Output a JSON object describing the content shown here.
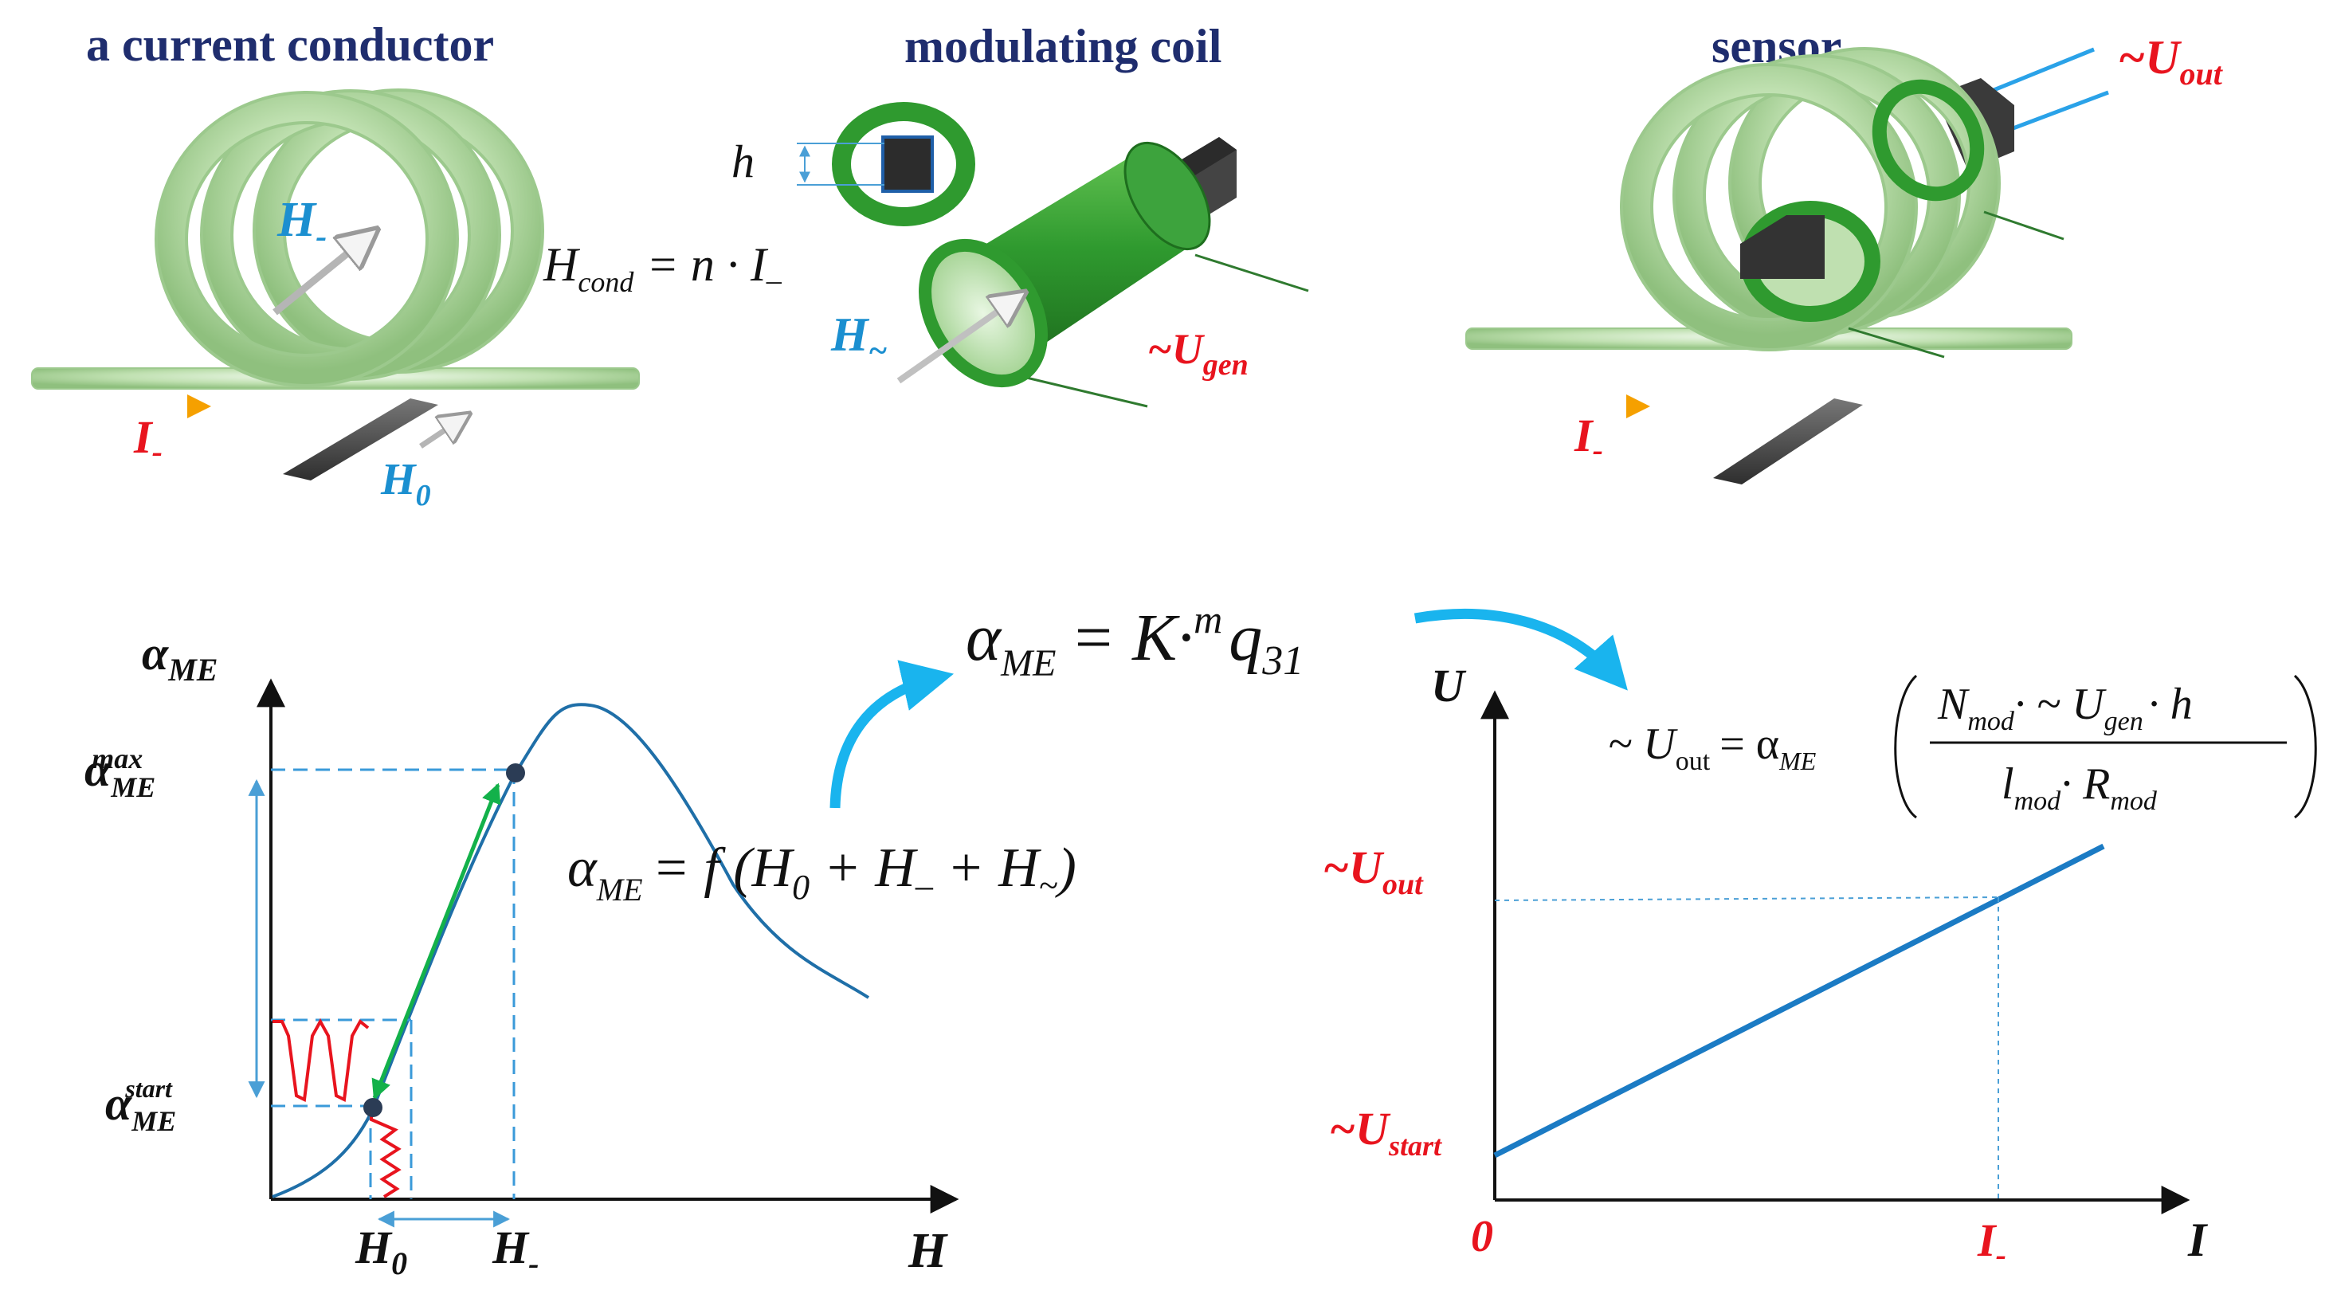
{
  "headers": {
    "conductor": "a current conductor",
    "coil": "modulating coil",
    "sensor": "sensor"
  },
  "labels": {
    "h_minus": "H",
    "h_minus_sub": "-",
    "i_minus": "I",
    "i_minus_sub": "-",
    "h0": "H",
    "h0_sub": "0",
    "h_tilde": "H",
    "h_tilde_sub": "~",
    "h_dim": "h",
    "u_gen": "~U",
    "u_gen_sub": "gen",
    "u_out": "~U",
    "u_out_sub": "out",
    "sensor_i": "I",
    "sensor_i_sub": "-"
  },
  "formulas": {
    "hcond_lhs": "H",
    "hcond_sub": "cond",
    "hcond_rhs": "= n · I",
    "hcond_rhs_sub": "–",
    "alpha_k_lhs": "α",
    "alpha_k_sub": "ME",
    "alpha_k_rhs": "= K·",
    "alpha_k_sup": "m",
    "alpha_k_q": "q",
    "alpha_k_q_sub": "31",
    "alpha_f_lhs": "α",
    "alpha_f_sub": "ME",
    "alpha_f_rhs": "= f (H",
    "alpha_f_s0": "0",
    "alpha_f_p1": " + H",
    "alpha_f_s1": "–",
    "alpha_f_p2": " + H",
    "alpha_f_s2": "~",
    "alpha_f_close": ")",
    "uout_lhs": "~ U",
    "uout_sub": "out",
    "uout_eq": "= α",
    "uout_alpha_sub": "ME",
    "num_n": "N",
    "num_n_sub": "mod",
    "num_mid": "· ~ U",
    "num_u_sub": "gen",
    "num_h": "· h",
    "den_l": "l",
    "den_l_sub": "mod",
    "den_mid": "· R",
    "den_r_sub": "mod"
  },
  "left_graph": {
    "y_axis_label": "α",
    "y_axis_sub": "ME",
    "alpha_max": "α",
    "alpha_max_sub": "ME",
    "alpha_max_sup": "max",
    "alpha_start": "α",
    "alpha_start_sub": "ME",
    "alpha_start_sup": "start",
    "x_axis_label": "H",
    "x_tick_h0": "H",
    "x_tick_h0_sub": "0",
    "x_tick_hminus": "H",
    "x_tick_hminus_sub": "-"
  },
  "right_graph": {
    "y_axis_label": "U",
    "x_axis_label": "I",
    "origin": "0",
    "u_out": "~U",
    "u_out_sub": "out",
    "u_start": "~U",
    "u_start_sub": "start",
    "x_tick": "I",
    "x_tick_sub": "-"
  },
  "colors": {
    "header": "#1f2d6e",
    "blue_label": "#1b8fd0",
    "red_label": "#e8141e",
    "coil_green": "#2f8f2f",
    "conductor_green": "#b8dba8",
    "curve_blue": "#1f6fa8",
    "arrow_cyan": "#19b4ee"
  }
}
